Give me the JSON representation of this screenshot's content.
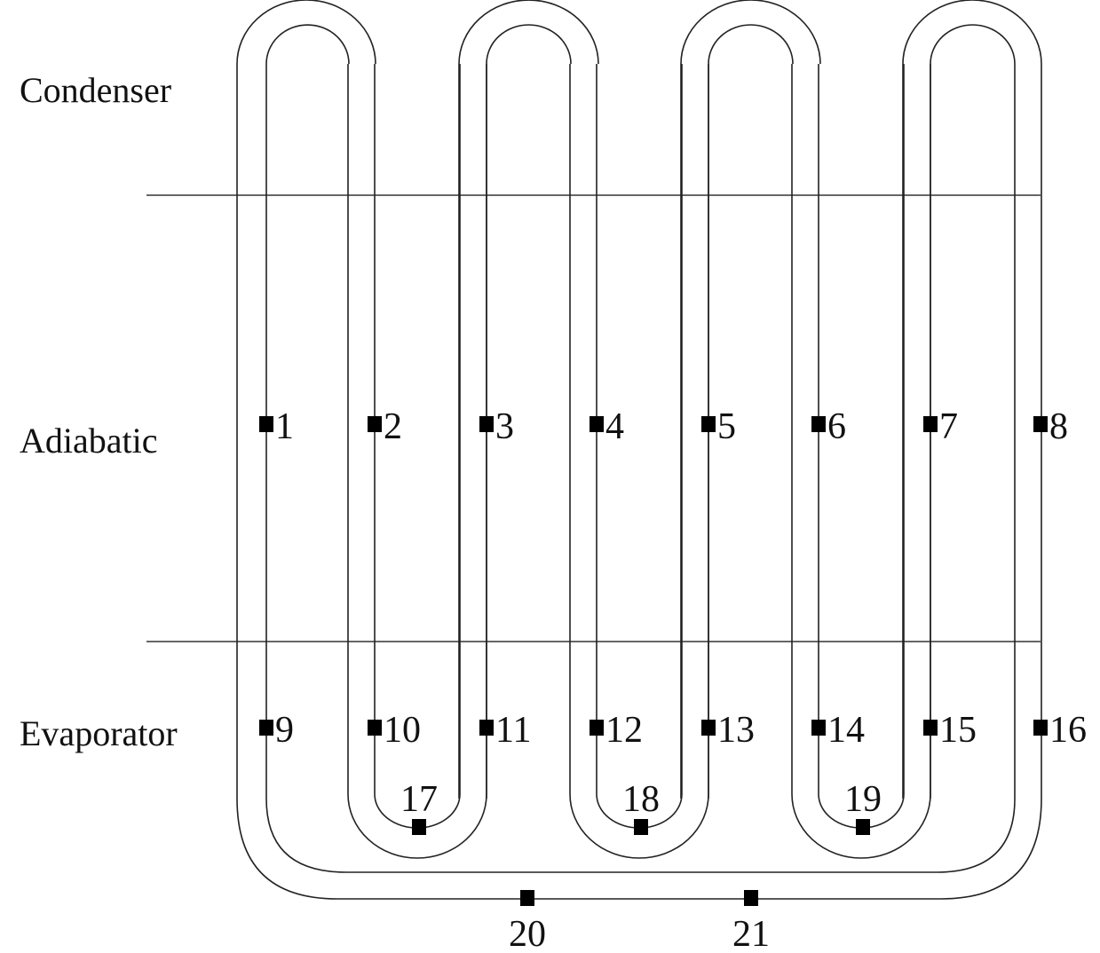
{
  "zones": {
    "condenser": "Condenser",
    "adiabatic": "Adiabatic",
    "evaporator": "Evaporator"
  },
  "sensors": {
    "adiabatic": [
      "1",
      "2",
      "3",
      "4",
      "5",
      "6",
      "7",
      "8"
    ],
    "evaporator": [
      "9",
      "10",
      "11",
      "12",
      "13",
      "14",
      "15",
      "16"
    ],
    "bends": [
      "17",
      "18",
      "19"
    ],
    "bottom": [
      "20",
      "21"
    ]
  }
}
